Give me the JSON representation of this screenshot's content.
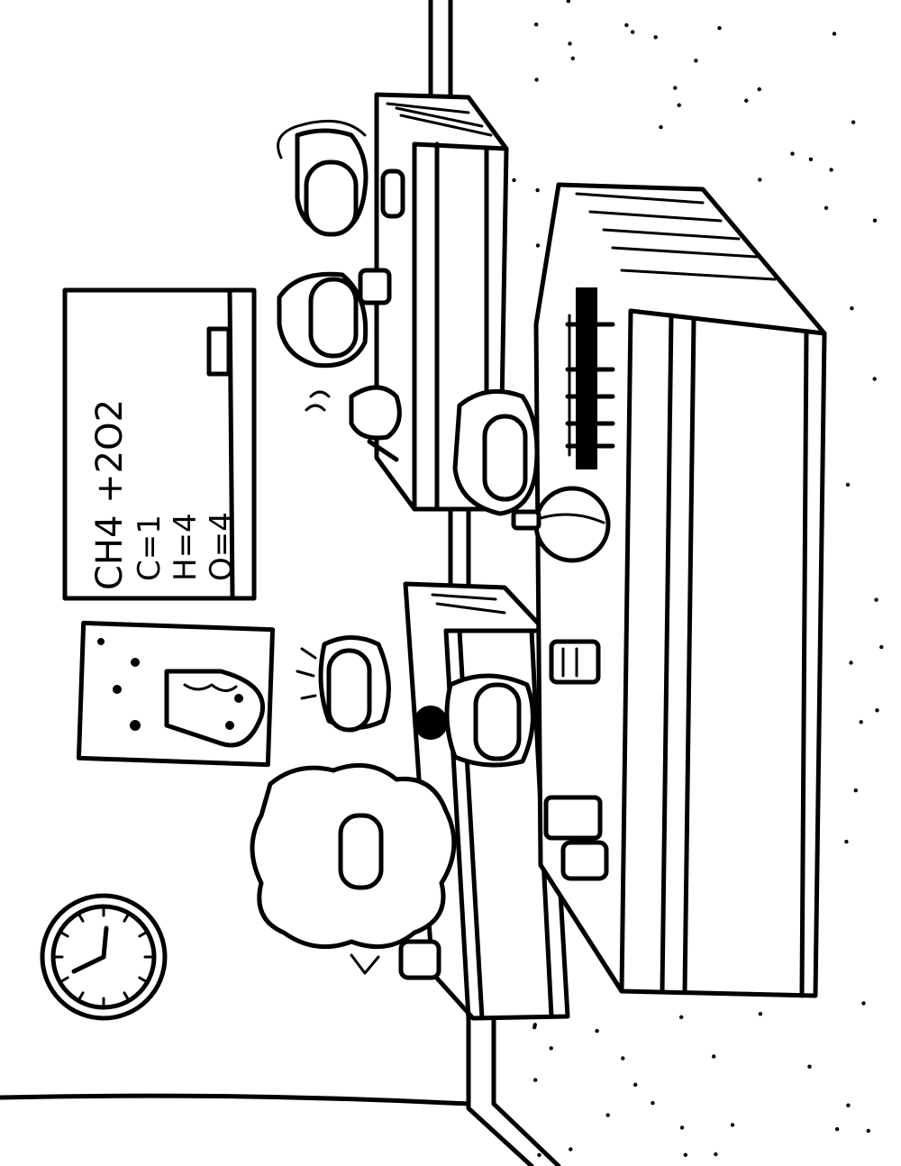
{
  "board": {
    "equation": "CH4 +2O2",
    "line_c": "C=1",
    "line_h": "H=4",
    "line_o": "O=4"
  },
  "icons": {
    "clock": "wall-clock-icon",
    "flask_poster": "flask-poster-icon"
  },
  "colors": {
    "ink": "#000000",
    "paper": "#ffffff"
  }
}
